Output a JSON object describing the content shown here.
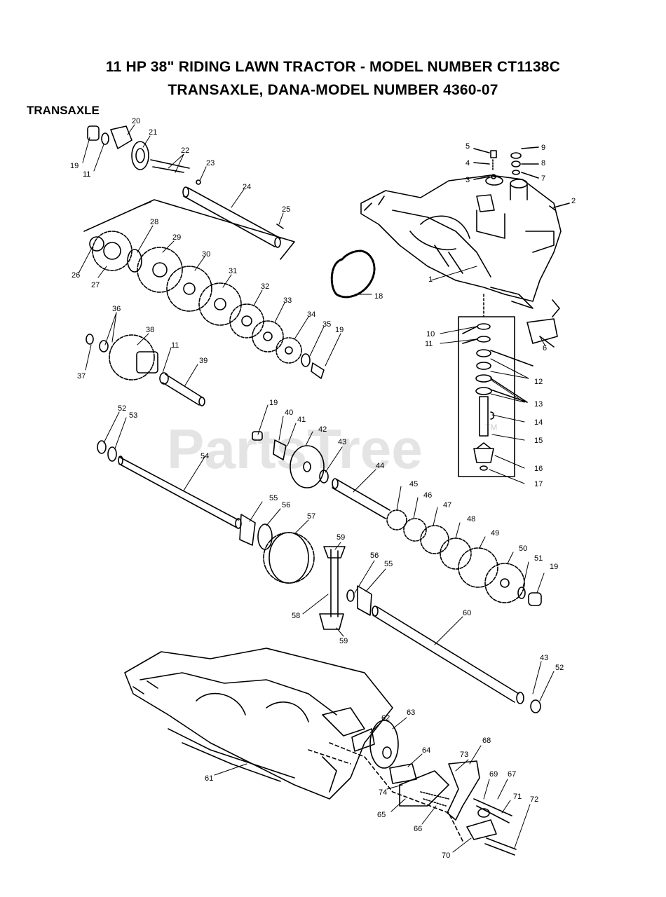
{
  "title_line1": "11 HP 38\" RIDING LAWN TRACTOR - MODEL NUMBER CT1138C",
  "title_line2": "TRANSAXLE, DANA-MODEL NUMBER 4360-07",
  "section": "TRANSAXLE",
  "watermark": "PartsTree",
  "watermark_tm": "TM",
  "callouts": {
    "p1": "1",
    "p2": "2",
    "p3": "3",
    "p4": "4",
    "p5": "5",
    "p6": "6",
    "p7": "7",
    "p8": "8",
    "p9": "9",
    "p10": "10",
    "p11a": "11",
    "p11b": "11",
    "p11c": "11",
    "p12": "12",
    "p13": "13",
    "p14": "14",
    "p15": "15",
    "p16": "16",
    "p17": "17",
    "p18": "18",
    "p19a": "19",
    "p19b": "19",
    "p19c": "19",
    "p19d": "19",
    "p20": "20",
    "p21": "21",
    "p22": "22",
    "p23": "23",
    "p24": "24",
    "p25": "25",
    "p26": "26",
    "p27": "27",
    "p28": "28",
    "p29": "29",
    "p30": "30",
    "p31": "31",
    "p32": "32",
    "p33": "33",
    "p34": "34",
    "p35": "35",
    "p36": "36",
    "p37": "37",
    "p38": "38",
    "p39": "39",
    "p40": "40",
    "p41": "41",
    "p42": "42",
    "p43a": "43",
    "p43b": "43",
    "p44": "44",
    "p45": "45",
    "p46": "46",
    "p47": "47",
    "p48": "48",
    "p49": "49",
    "p50": "50",
    "p51": "51",
    "p52a": "52",
    "p52b": "52",
    "p53": "53",
    "p54": "54",
    "p55a": "55",
    "p55b": "55",
    "p56a": "56",
    "p56b": "56",
    "p57": "57",
    "p58": "58",
    "p59a": "59",
    "p59b": "59",
    "p60": "60",
    "p61": "61",
    "p62": "62",
    "p63": "63",
    "p64": "64",
    "p65": "65",
    "p66": "66",
    "p67": "67",
    "p68": "68",
    "p69": "69",
    "p70": "70",
    "p71": "71",
    "p72": "72",
    "p73": "73",
    "p74": "74"
  }
}
